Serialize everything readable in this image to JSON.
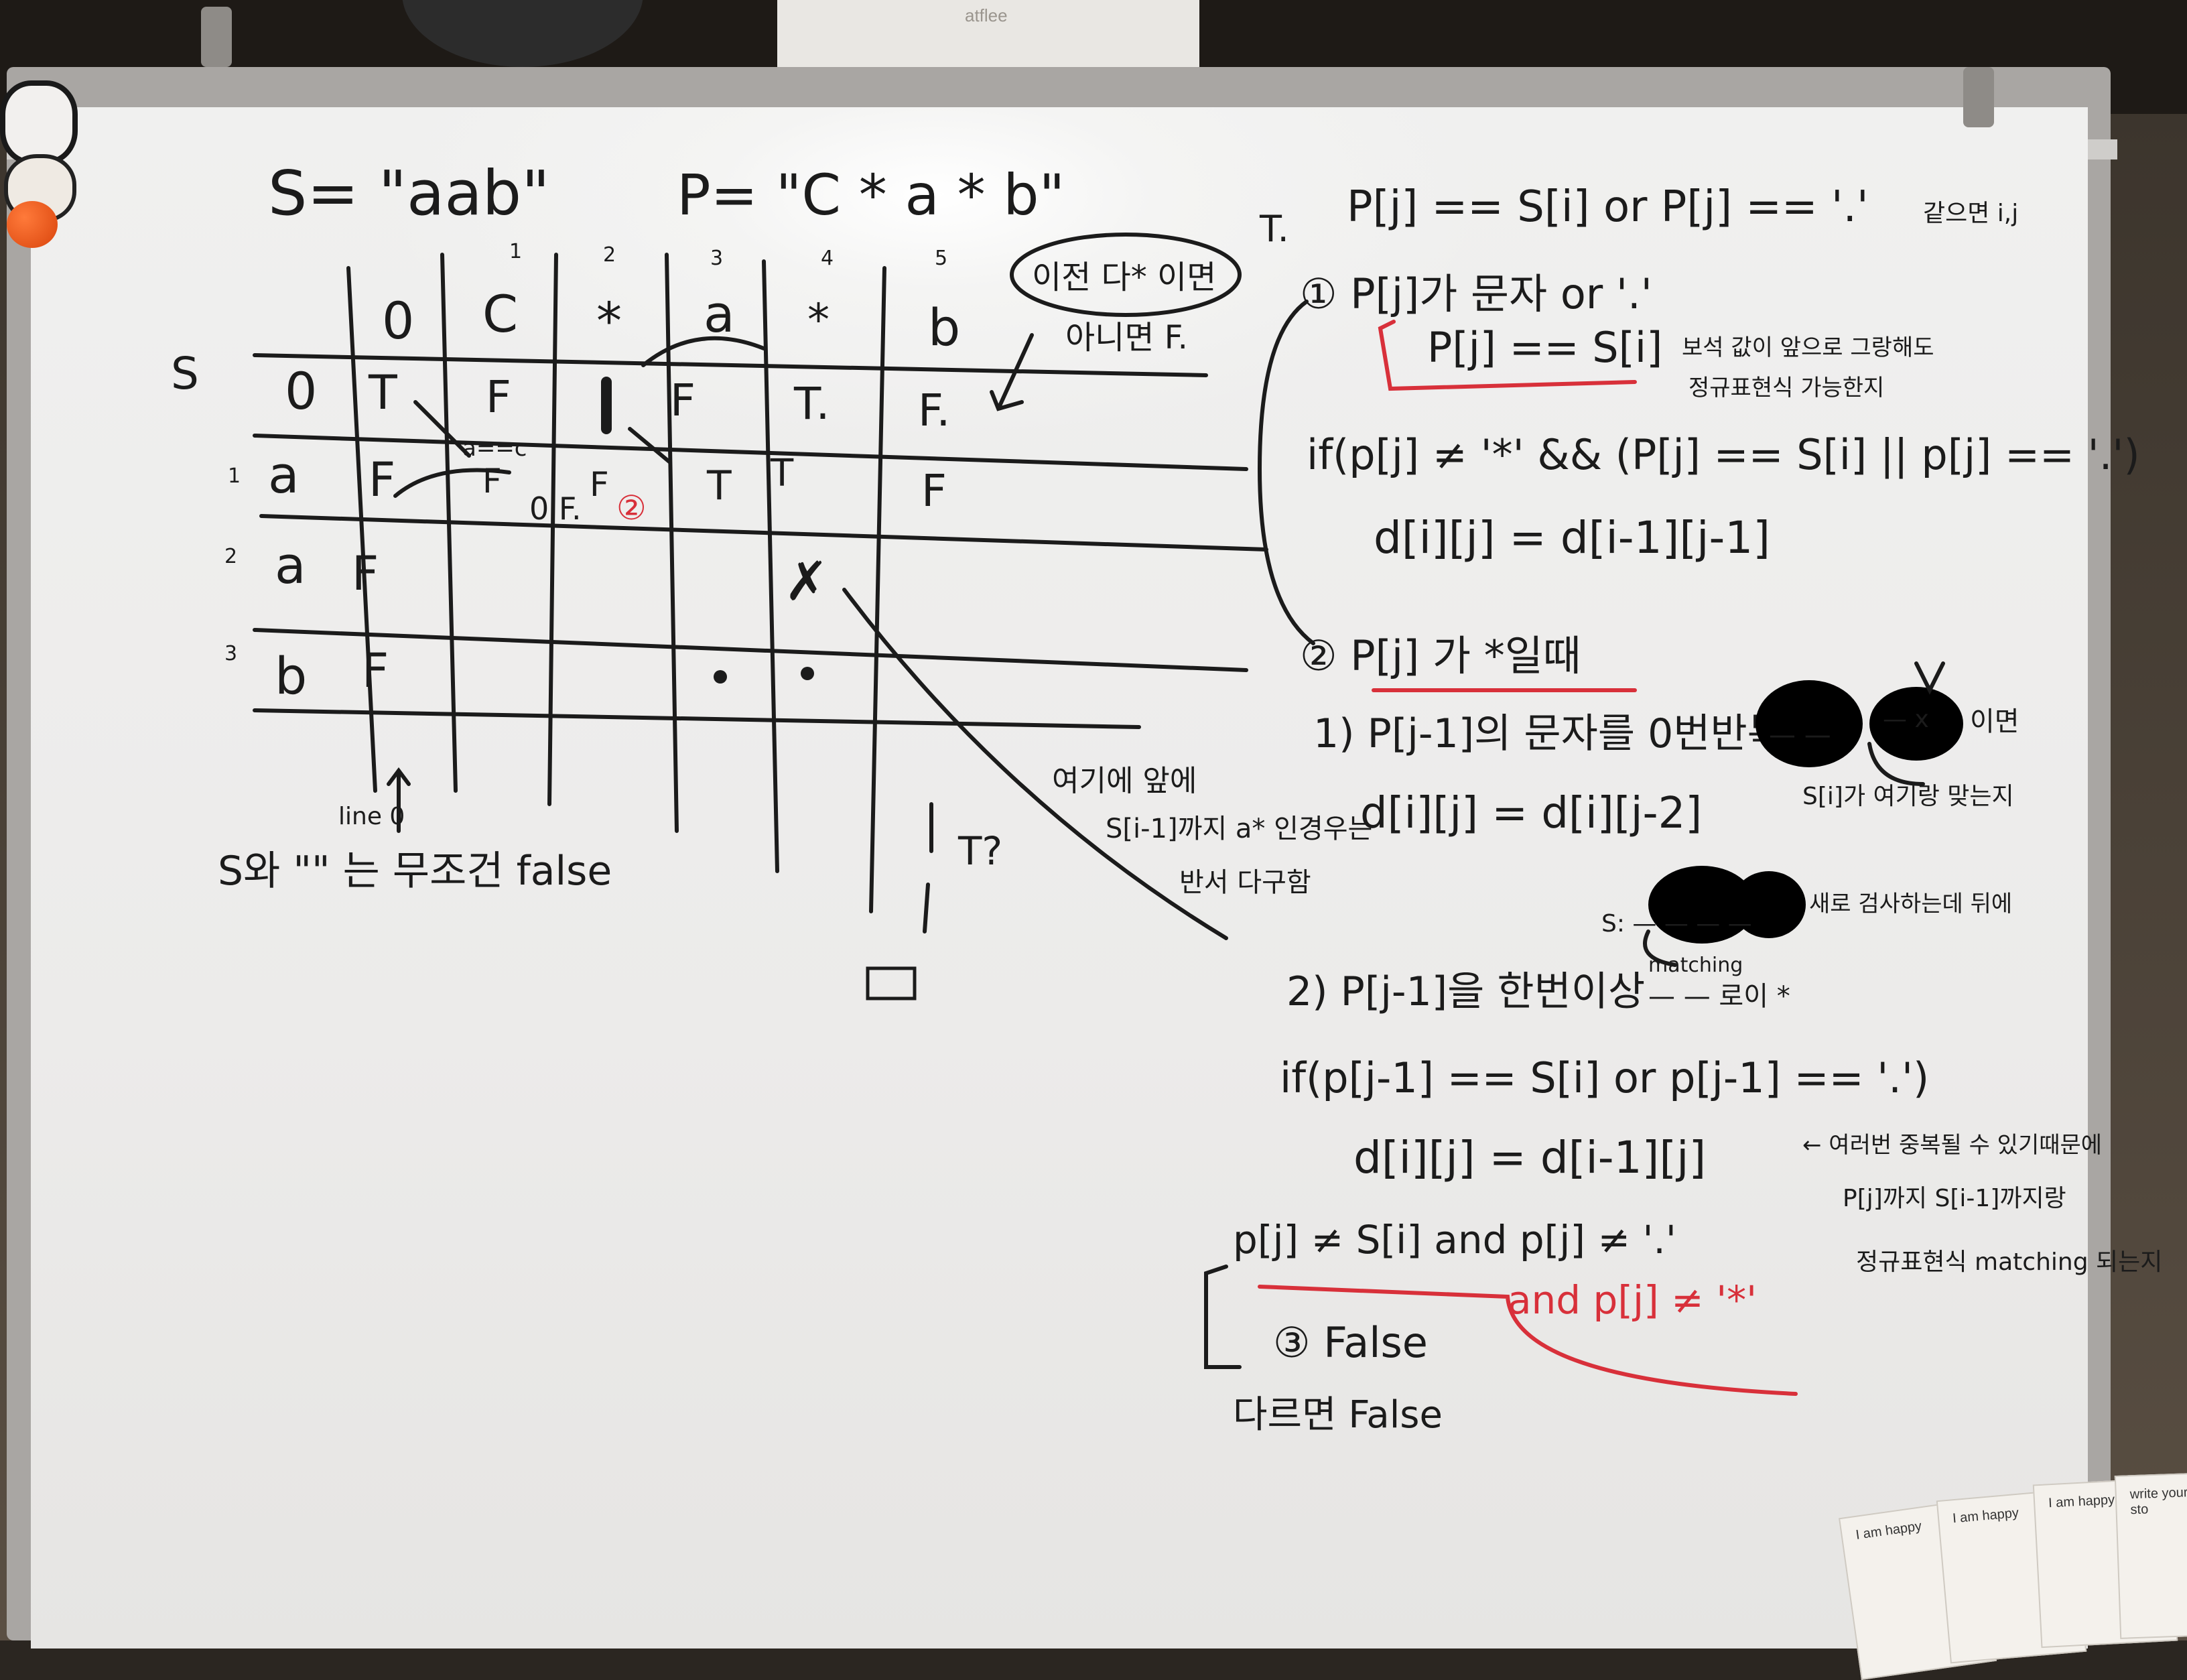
{
  "box_label": "atflee",
  "notes": [
    "I am happy",
    "I am happy",
    "I am happy",
    "write your sto"
  ],
  "whiteboard": {
    "s_def": "S= \"aab\"",
    "p_def": "P= \"C * a * b\"",
    "col_idx": [
      "1",
      "2",
      "3",
      "4",
      "5"
    ],
    "col_head": [
      "0",
      "C",
      "*",
      "a",
      "*",
      "b"
    ],
    "s_label": "S",
    "row_idx": [
      "1",
      "2",
      "3"
    ],
    "row_head": [
      "0",
      "a",
      "a",
      "b"
    ],
    "grid": [
      [
        "T",
        "F",
        "",
        "F",
        "T.",
        "F."
      ],
      [
        "F",
        "F",
        "F",
        "T",
        "T",
        "F"
      ],
      [
        "F",
        "",
        "",
        "",
        "",
        ""
      ],
      [
        "F",
        "",
        "",
        "",
        "",
        ""
      ]
    ],
    "cell_note_aeqc": "a==c",
    "cell_note_of": "0 F.",
    "cell_note_2": "②",
    "star_mark": "✗",
    "line0": "line 0",
    "s_empty": "S와 \"\" 는 무조건 false",
    "bubble_1": "이전 다* 이면",
    "bubble_2": "아니면 F.",
    "t_dot": "T.",
    "here_note_1": "여기에 앞에",
    "here_note_2": "S[i-1]까지 a* 인경우는",
    "here_note_3": "반서 다구함",
    "t_q": "T?",
    "rule_top": "P[j] == S[i] or P[j] == '.'",
    "rule_top_note": "같으면 i,j",
    "c1_title": "① P[j]가 문자 or '.'",
    "c1_eq": "P[j] == S[i]",
    "c1_note_1": "보석 값이 앞으로 그랑해도",
    "c1_note_2": "정규표현식 가능한지",
    "c1_if": "if(p[j] ≠ '*' && (P[j] == S[i] || p[j] == '.')",
    "c1_body": "d[i][j] = d[i-1][j-1]",
    "c2_title": "② P[j] 가 *일때",
    "c2_s1": "1) P[j-1]의 문자를 0번반복",
    "c2_s1_body": "d[i][j] = d[i][j-2]",
    "smile_1": "— —",
    "smile_2": "— x",
    "smile_3": "이면",
    "smile_note": "S[i]가  여기랑 맞는지",
    "s_matching": "S: — —  — —",
    "s_matching_note": "새로 검사하는데 뒤에",
    "matching_word": "matching",
    "c2_s2": "2) P[j-1]을 한번이상",
    "c2_s2_under": "— — 로이 *",
    "c2_if": "if(p[j-1] == S[i]  or  p[j-1] == '.')",
    "c2_body": "d[i][j] = d[i-1][j]",
    "c2_body_note_1": "← 여러번 중복될 수 있기때문에",
    "c2_body_note_2": "P[j]까지 S[i-1]까지랑",
    "c2_body_note_3": "정규표현식 matching 되는지",
    "c3_cond": "p[j] ≠ S[i] and p[j] ≠ '.'",
    "c3_cond_red": "and p[j] ≠ '*'",
    "c3_title": "③ False",
    "c3_other": "다르면 False"
  }
}
